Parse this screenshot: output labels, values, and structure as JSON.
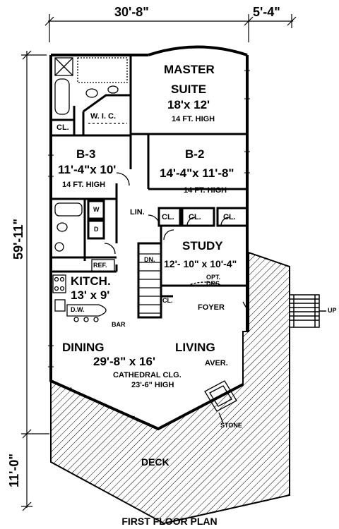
{
  "overall": {
    "width_dim": "30'-8\"",
    "right_dim": "5'-4\"",
    "height_dim": "59'-11\"",
    "deck_dim": "11'-0\""
  },
  "rooms": {
    "master": {
      "name": "MASTER",
      "name2": "SUITE",
      "size": "18'x 12'",
      "height": "14 FT. HIGH"
    },
    "wic": "W. I. C.",
    "b3": {
      "name": "B-3",
      "size": "11'-4\"x 10'",
      "height": "14 FT. HIGH"
    },
    "b2": {
      "name": "B-2",
      "size": "14'-4\"x 11'-8\"",
      "height": "14 FT. HIGH"
    },
    "study": {
      "name": "STUDY",
      "size": "12'- 10\"  x 10'-4\""
    },
    "kitchen": {
      "name": "KITCH.",
      "size": "13'  x  9'"
    },
    "dining": "DINING",
    "living": "LIVING",
    "great_size": "29'-8\"  x  16'",
    "great_size_suffix": "AVER.",
    "ceiling": "CATHEDRAL CLG.",
    "ceiling_height": "23'-6\" HIGH",
    "deck": "DECK"
  },
  "labels": {
    "cl_left": "CL.",
    "cl1": "CL.",
    "cl2": "CL.",
    "cl3": "CL.",
    "cl_stair": "CL.",
    "lin": "LIN.",
    "washer": "W",
    "dryer": "D",
    "ref": "REF.",
    "dw": "D.W.",
    "bar": "BAR",
    "dn": "DN.",
    "opt_drs": "OPT.",
    "opt_drs2": "DRS.",
    "foyer": "FOYER",
    "stone": "STONE",
    "up": "UP"
  },
  "title": "FIRST FLOOR PLAN"
}
